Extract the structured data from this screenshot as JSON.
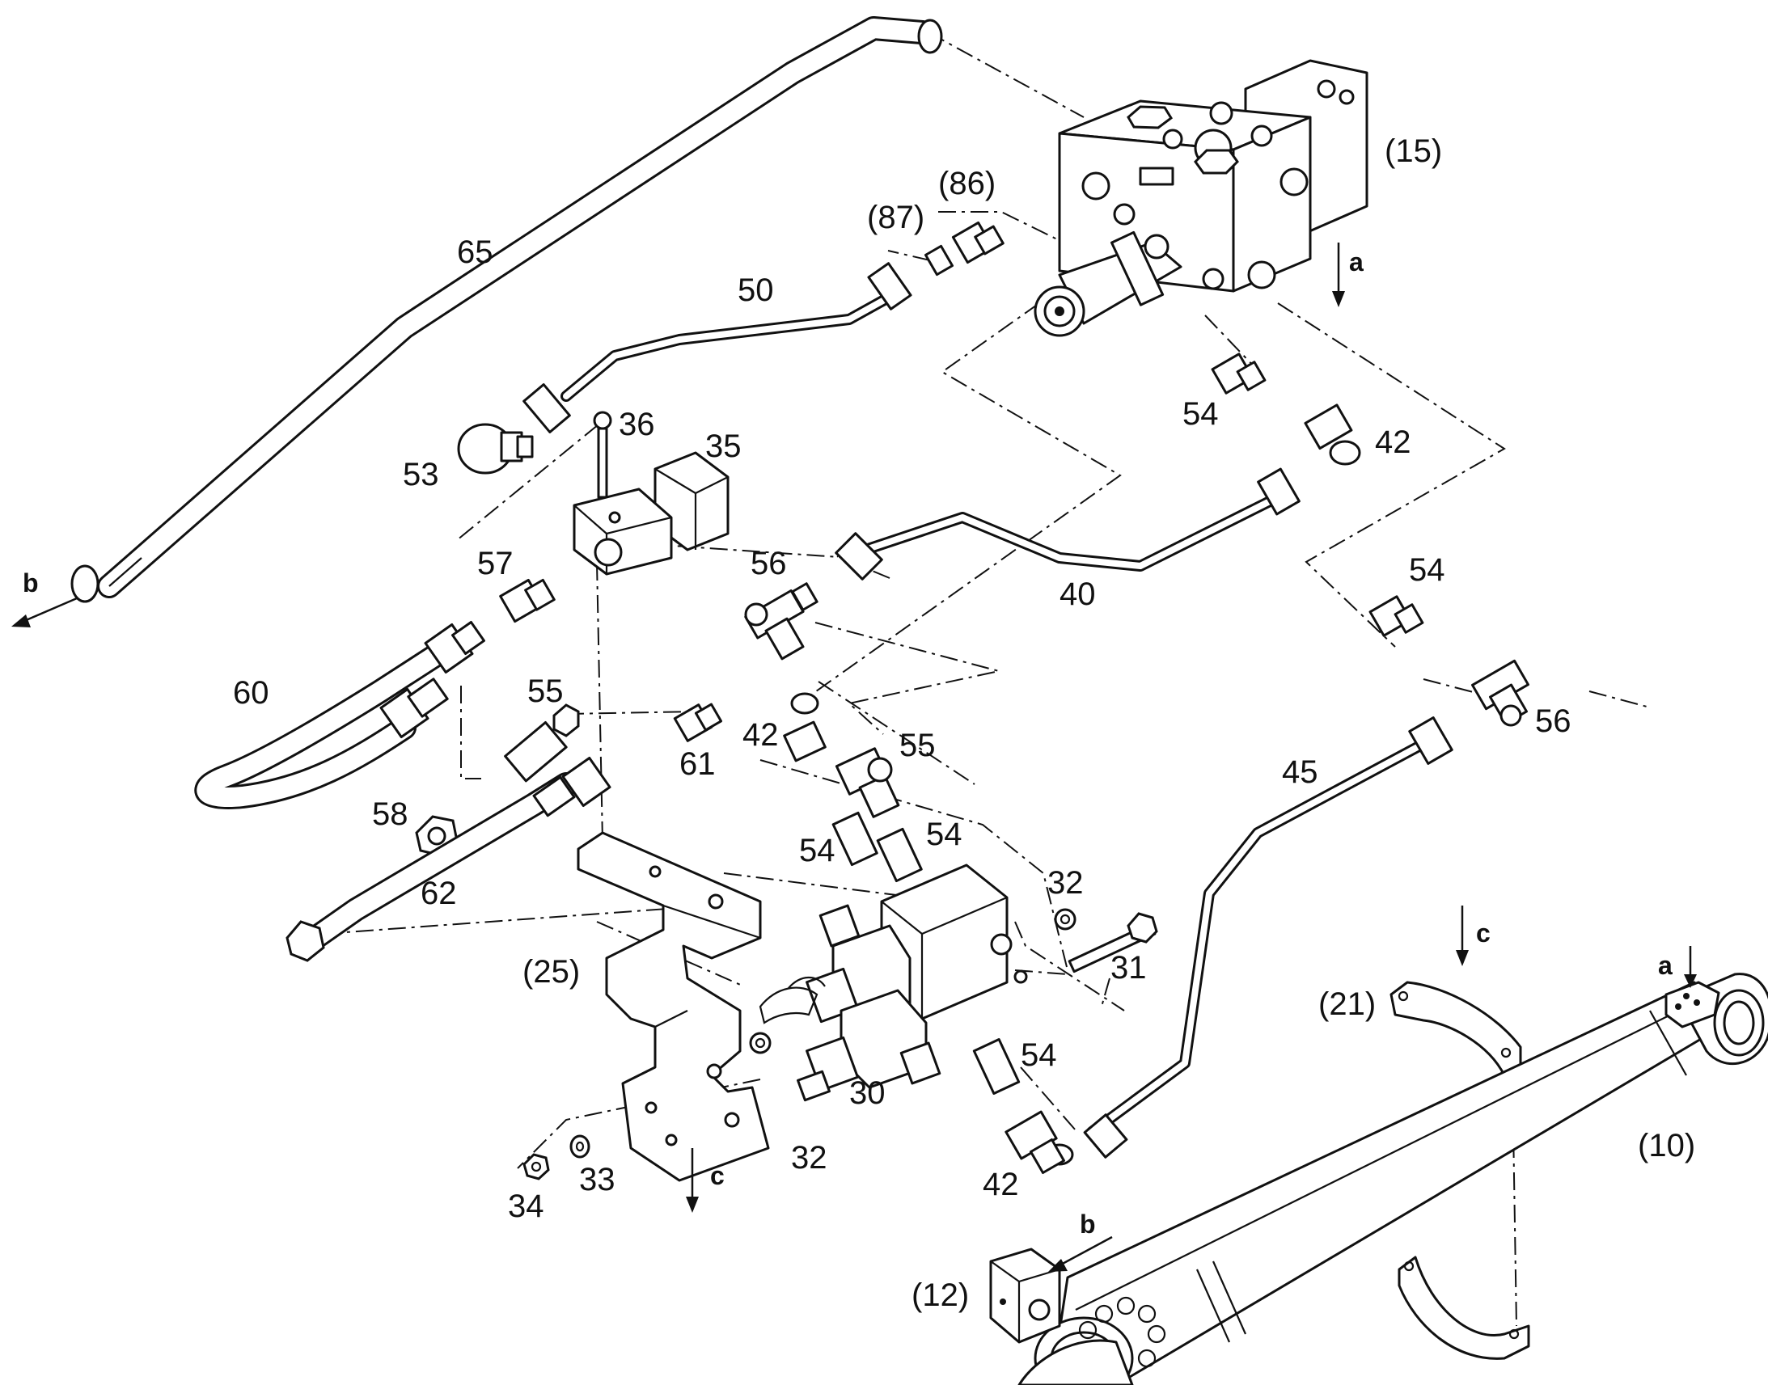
{
  "callouts": {
    "c65": "65",
    "c50": "50",
    "c86": "(86)",
    "c87": "(87)",
    "c15": "(15)",
    "c36": "36",
    "c35": "35",
    "c53": "53",
    "c57": "57",
    "c56a": "56",
    "c40": "40",
    "c54a": "54",
    "c42a": "42",
    "c54b": "54",
    "c56b": "56",
    "c60": "60",
    "c55a": "55",
    "c61": "61",
    "c42b": "42",
    "c55b": "55",
    "c54c": "54",
    "c54d": "54",
    "c58": "58",
    "c62": "62",
    "c45": "45",
    "c32a": "32",
    "c31": "31",
    "c25": "(25)",
    "c30": "30",
    "c54e": "54",
    "c32b": "32",
    "c33": "33",
    "c34": "34",
    "c42c": "42",
    "c21": "(21)",
    "c10": "(10)",
    "c12": "(12)"
  },
  "view_letters": {
    "a1": "a",
    "a2": "a",
    "b1": "b",
    "b2": "b",
    "c1": "c",
    "c2": "c"
  }
}
